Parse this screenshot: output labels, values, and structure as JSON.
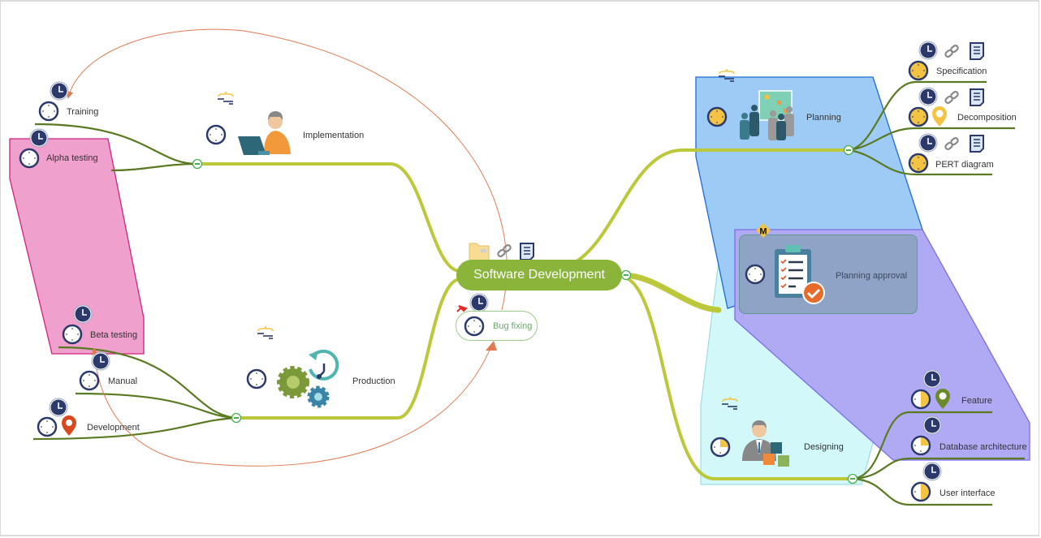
{
  "central_topic": {
    "label": "Software Development",
    "icons": [
      "folder-icon",
      "link-icon",
      "note-icon"
    ],
    "color": "#8ab43a"
  },
  "floating_topic": {
    "label": "Bug fixing",
    "icons": [
      "pin-icon",
      "clock-icon",
      "task-clock-icon"
    ]
  },
  "left_branches": [
    {
      "label": "Implementation",
      "icons": [
        "summary-icon",
        "task-clock-icon",
        "developer-laptop-icon"
      ],
      "children": [
        {
          "label": "Training",
          "icons": [
            "clock-icon",
            "task-clock-icon"
          ]
        },
        {
          "label": "Alpha testing",
          "icons": [
            "clock-icon",
            "task-clock-icon"
          ],
          "boundary_color": "#f0a0cc"
        }
      ]
    },
    {
      "label": "Production",
      "icons": [
        "summary-icon",
        "task-clock-icon",
        "gears-icon"
      ],
      "children": [
        {
          "label": "Beta testing",
          "icons": [
            "clock-icon",
            "task-clock-icon"
          ],
          "boundary_color": "#f0a0cc"
        },
        {
          "label": "Manual",
          "icons": [
            "clock-icon",
            "task-clock-icon"
          ]
        },
        {
          "label": "Development",
          "icons": [
            "clock-icon",
            "task-clock-icon",
            "location-marker-icon"
          ]
        }
      ]
    }
  ],
  "right_branches": [
    {
      "label": "Planning",
      "icons": [
        "summary-icon",
        "task-clock-full-icon",
        "team-board-icon"
      ],
      "boundary_color": "#9ecbf5",
      "children": [
        {
          "label": "Specification",
          "icons": [
            "clock-icon",
            "link-icon",
            "note-icon",
            "task-clock-full-icon"
          ]
        },
        {
          "label": "Decomposition",
          "icons": [
            "clock-icon",
            "link-icon",
            "note-icon",
            "task-clock-full-icon",
            "location-marker-icon"
          ]
        },
        {
          "label": "PERT diagram",
          "icons": [
            "clock-icon",
            "link-icon",
            "note-icon",
            "task-clock-full-icon"
          ]
        }
      ]
    },
    {
      "label": "Planning approval",
      "icons": [
        "milestone-icon",
        "task-clock-icon",
        "clipboard-check-icon"
      ],
      "milestone_letter": "M",
      "boundary_color": "#b0aaf5"
    },
    {
      "label": "Designing",
      "icons": [
        "summary-icon",
        "task-clock-quarter-icon",
        "designer-blocks-icon"
      ],
      "boundary_color": "#d2f8fa",
      "children": [
        {
          "label": "Feature",
          "icons": [
            "clock-icon",
            "task-clock-half-icon",
            "location-marker-icon"
          ]
        },
        {
          "label": "Database architecture",
          "icons": [
            "clock-icon",
            "task-clock-quarter-icon"
          ]
        },
        {
          "label": "User interface",
          "icons": [
            "clock-icon",
            "task-clock-half-icon"
          ]
        }
      ]
    }
  ],
  "colors": {
    "main_branch": "#bcc83a",
    "sub_branch": "#5a7a22",
    "relationship": "#e07a52",
    "clock_dark": "#2c3a6b",
    "progress_fill": "#f3c443"
  }
}
